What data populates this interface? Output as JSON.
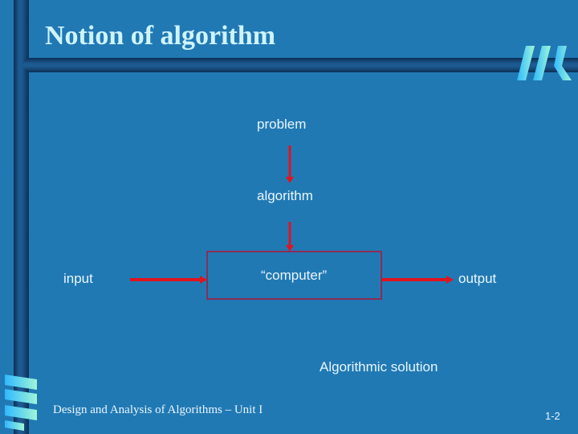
{
  "slide": {
    "title": "Notion of algorithm",
    "footer": "Design and Analysis of Algorithms – Unit I",
    "page_number": "1-2"
  },
  "diagram": {
    "problem_label": "problem",
    "algorithm_label": "algorithm",
    "computer_label": "“computer”",
    "input_label": "input",
    "output_label": "output",
    "caption": "Algorithmic solution"
  },
  "colors": {
    "background": "#2179b4",
    "title": "#cff4ff",
    "arrow": "#e0141e",
    "box_border": "#8a2e56"
  }
}
